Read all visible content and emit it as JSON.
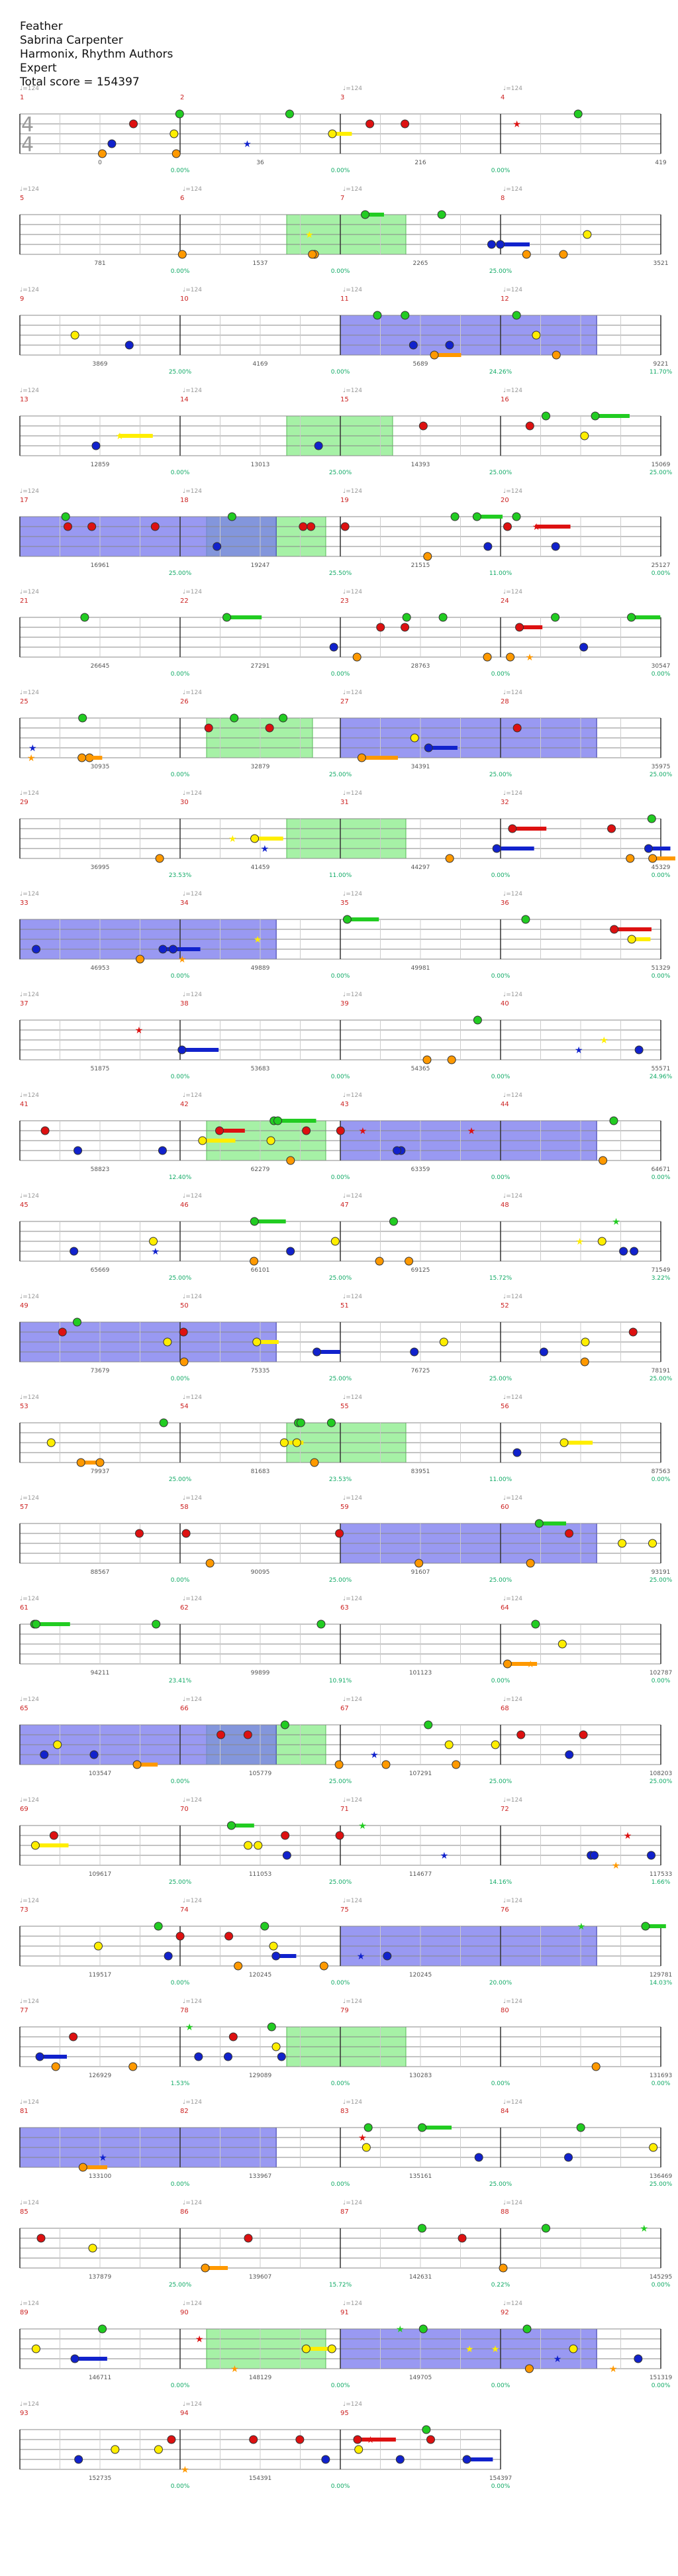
{
  "header": {
    "song": "Feather",
    "artist": "Sabrina Carpenter",
    "charter": "Harmonix, Rhythm Authors",
    "difficulty": "Expert",
    "total_score": "Total score = 154397"
  },
  "time_signature": {
    "numerator": "4",
    "denominator": "4"
  },
  "tempo_label": "♩=124",
  "colors": {
    "green": "#22cc22",
    "red": "#dd1111",
    "yellow": "#ffee00",
    "blue": "#1122cc",
    "orange": "#ff9900",
    "star_power": "#90ee90",
    "solo": "#7777ee",
    "measure_number": "#cc2222",
    "score_text": "#555555",
    "percent_text": "#11aa66"
  },
  "legend": {
    "note_colors": [
      "green",
      "red",
      "yellow",
      "blue",
      "orange"
    ],
    "star_power_phrase": "green shaded section",
    "solo_section": "blue shaded section"
  },
  "chart_data": {
    "type": "table",
    "rows": [
      {
        "row": 1,
        "measures": [
          1,
          2,
          3,
          4
        ],
        "scores": [
          "0",
          "36",
          "216",
          "419"
        ],
        "percents": [
          "0.00%",
          "0.00%",
          "0.00%"
        ]
      },
      {
        "row": 2,
        "measures": [
          5,
          6,
          7,
          8
        ],
        "scores": [
          "781",
          "1537",
          "2265",
          "3521"
        ],
        "percents": [
          "0.00%",
          "0.00%",
          "25.00%"
        ]
      },
      {
        "row": 3,
        "measures": [
          9,
          10,
          11,
          12
        ],
        "scores": [
          "3869",
          "4169",
          "5689",
          "9221"
        ],
        "percents": [
          "25.00%",
          "0.00%",
          "24.26%",
          "11.70%"
        ]
      },
      {
        "row": 4,
        "measures": [
          13,
          14,
          15,
          16
        ],
        "scores": [
          "12859",
          "13013",
          "14393",
          "15069"
        ],
        "percents": [
          "0.00%",
          "25.00%",
          "25.00%",
          "25.00%"
        ]
      },
      {
        "row": 5,
        "measures": [
          17,
          18,
          19,
          20
        ],
        "scores": [
          "16961",
          "19247",
          "21515",
          "25127"
        ],
        "percents": [
          "25.00%",
          "25.50%",
          "11.00%",
          "0.00%"
        ]
      },
      {
        "row": 6,
        "measures": [
          21,
          22,
          23,
          24
        ],
        "scores": [
          "26645",
          "27291",
          "28763",
          "30547"
        ],
        "percents": [
          "0.00%",
          "0.00%",
          "0.00%",
          "0.00%"
        ]
      },
      {
        "row": 7,
        "measures": [
          25,
          26,
          27,
          28
        ],
        "scores": [
          "30935",
          "32879",
          "34391",
          "35975"
        ],
        "percents": [
          "0.00%",
          "25.00%",
          "25.00%",
          "25.00%"
        ]
      },
      {
        "row": 8,
        "measures": [
          29,
          30,
          31,
          32
        ],
        "scores": [
          "36995",
          "41459",
          "44297",
          "45329"
        ],
        "percents": [
          "23.53%",
          "11.00%",
          "0.00%",
          "0.00%"
        ]
      },
      {
        "row": 9,
        "measures": [
          33,
          34,
          35,
          36
        ],
        "scores": [
          "46953",
          "49889",
          "49981",
          "51329"
        ],
        "percents": [
          "0.00%",
          "0.00%",
          "0.00%",
          "0.00%"
        ]
      },
      {
        "row": 10,
        "measures": [
          37,
          38,
          39,
          40
        ],
        "scores": [
          "51875",
          "53683",
          "54365",
          "55571"
        ],
        "percents": [
          "0.00%",
          "0.00%",
          "0.00%",
          "24.96%"
        ]
      },
      {
        "row": 11,
        "measures": [
          41,
          42,
          43,
          44
        ],
        "scores": [
          "58823",
          "62279",
          "63359",
          "64671"
        ],
        "percents": [
          "12.40%",
          "0.00%",
          "0.00%",
          "0.00%"
        ]
      },
      {
        "row": 12,
        "measures": [
          45,
          46,
          47,
          48
        ],
        "scores": [
          "65669",
          "66101",
          "69125",
          "71549"
        ],
        "percents": [
          "25.00%",
          "25.00%",
          "15.72%",
          "3.22%"
        ]
      },
      {
        "row": 13,
        "measures": [
          49,
          50,
          51,
          52
        ],
        "scores": [
          "73679",
          "75335",
          "76725",
          "78191"
        ],
        "percents": [
          "0.00%",
          "25.00%",
          "25.00%",
          "25.00%"
        ]
      },
      {
        "row": 14,
        "measures": [
          53,
          54,
          55,
          56
        ],
        "scores": [
          "79937",
          "81683",
          "83951",
          "87563"
        ],
        "percents": [
          "25.00%",
          "23.53%",
          "11.00%",
          "0.00%"
        ]
      },
      {
        "row": 15,
        "measures": [
          57,
          58,
          59,
          60
        ],
        "scores": [
          "88567",
          "90095",
          "91607",
          "93191"
        ],
        "percents": [
          "0.00%",
          "25.00%",
          "25.00%",
          "25.00%"
        ]
      },
      {
        "row": 16,
        "measures": [
          61,
          62,
          63,
          64
        ],
        "scores": [
          "94211",
          "99899",
          "101123",
          "102787"
        ],
        "percents": [
          "23.41%",
          "10.91%",
          "0.00%",
          "0.00%"
        ]
      },
      {
        "row": 17,
        "measures": [
          65,
          66,
          67,
          68
        ],
        "scores": [
          "103547",
          "105779",
          "107291",
          "108203"
        ],
        "percents": [
          "0.00%",
          "25.00%",
          "25.00%",
          "25.00%"
        ]
      },
      {
        "row": 18,
        "measures": [
          69,
          70,
          71,
          72
        ],
        "scores": [
          "109617",
          "111053",
          "114677",
          "117533"
        ],
        "percents": [
          "25.00%",
          "25.00%",
          "14.16%",
          "1.66%"
        ]
      },
      {
        "row": 19,
        "measures": [
          73,
          74,
          75,
          76
        ],
        "scores": [
          "119517",
          "120245",
          "120245",
          "129781"
        ],
        "percents": [
          "0.00%",
          "0.00%",
          "20.00%",
          "14.03%"
        ]
      },
      {
        "row": 20,
        "measures": [
          77,
          78,
          79,
          80
        ],
        "scores": [
          "126929",
          "129089",
          "130283",
          "131693"
        ],
        "percents": [
          "1.53%",
          "0.00%",
          "0.00%",
          "0.00%"
        ]
      },
      {
        "row": 21,
        "measures": [
          81,
          82,
          83,
          84
        ],
        "scores": [
          "133100",
          "133967",
          "135161",
          "136469"
        ],
        "percents": [
          "0.00%",
          "0.00%",
          "25.00%",
          "25.00%"
        ]
      },
      {
        "row": 22,
        "measures": [
          85,
          86,
          87,
          88
        ],
        "scores": [
          "137879",
          "139607",
          "142631",
          "145295"
        ],
        "percents": [
          "25.00%",
          "15.72%",
          "0.22%",
          "0.00%"
        ]
      },
      {
        "row": 23,
        "measures": [
          89,
          90,
          91,
          92
        ],
        "scores": [
          "146711",
          "148129",
          "149705",
          "151319"
        ],
        "percents": [
          "0.00%",
          "0.00%",
          "0.00%",
          "0.00%"
        ]
      },
      {
        "row": 24,
        "measures": [
          93,
          94,
          95
        ],
        "scores": [
          "152735",
          "154391",
          "154397"
        ],
        "percents": [
          "0.00%",
          "0.00%",
          "0.00%"
        ]
      }
    ]
  }
}
